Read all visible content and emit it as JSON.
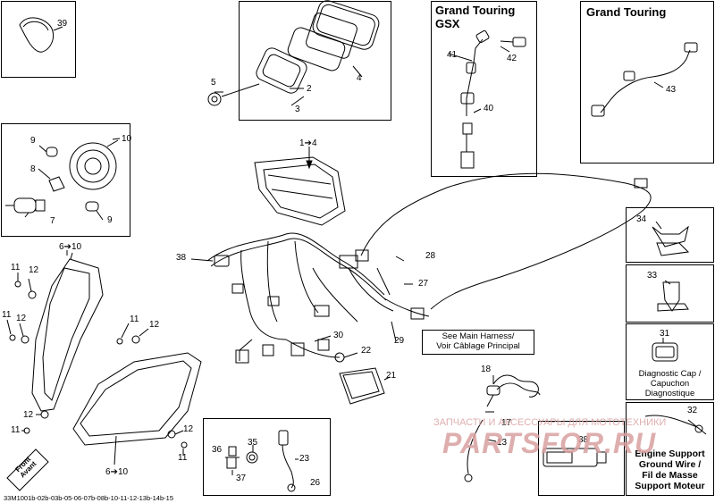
{
  "callouts": {
    "c39": "39",
    "c5": "5",
    "c2": "2",
    "c4": "4",
    "c3": "3",
    "c9a": "9",
    "c10": "10",
    "c8": "8",
    "c7": "7",
    "c9b": "9",
    "c1to4": "1➔4",
    "c6to10a": "6➔10",
    "c6to10b": "6➔10",
    "c38": "38",
    "c11a": "11",
    "c12a": "12",
    "c11b": "11",
    "c12b": "12",
    "c11c": "11",
    "c12c": "12",
    "c12d": "12",
    "c11d": "11",
    "c12e": "12",
    "c11e": "11",
    "c28": "28",
    "c27": "27",
    "c30": "30",
    "c29": "29",
    "c22": "22",
    "c21": "21",
    "c18": "18",
    "c17": "17",
    "c13": "13",
    "c36": "36",
    "c35": "35",
    "c37": "37",
    "c23": "23",
    "c26": "26",
    "c41": "41",
    "c42": "42",
    "c40": "40",
    "c43": "43",
    "c34": "34",
    "c33": "33",
    "c31": "31",
    "c32": "32",
    "c38b": "38"
  },
  "boxes": {
    "gsx_title_line1": "Grand Touring",
    "gsx_title_line2": "GSX",
    "gt_title": "Grand Touring",
    "harness_note_line1": "See Main Harness/",
    "harness_note_line2": "Voir Câblage Principal",
    "diag_cap_line1": "Diagnostic Cap /",
    "diag_cap_line2": "Capuchon",
    "diag_cap_line3": "Diagnostique",
    "ground_line1": "Engine Support",
    "ground_line2": "Ground Wire /",
    "ground_line3": "Fil de Masse",
    "ground_line4": "Support Moteur"
  },
  "front_badge": {
    "line1": "Front",
    "line2": "Avant"
  },
  "watermark": {
    "line1": "ЗАПЧАСТИ И АКСЕССУАРЫ ДЛЯ МОТОТЕХНИКИ",
    "line2": "PARTSFOR.RU"
  },
  "footer_code": "33M1001b-02b-03b-05-06-07b-08b-10-11-12-13b-14b-15",
  "colors": {
    "line": "#000000",
    "watermark": "#d9a0a0"
  }
}
